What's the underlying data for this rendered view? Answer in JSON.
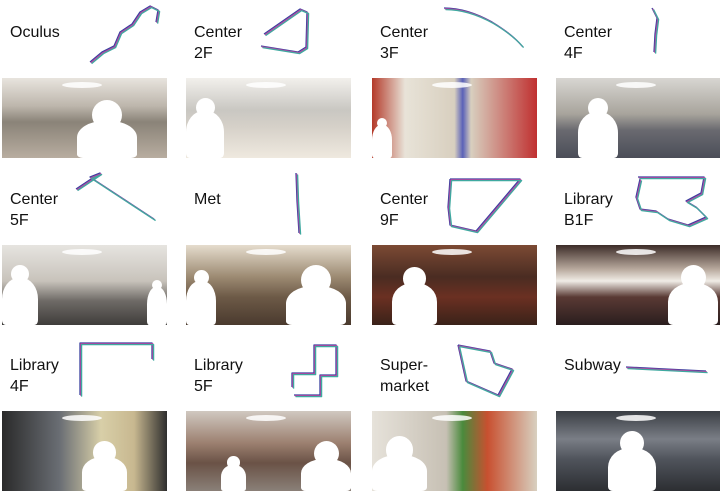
{
  "figure": {
    "panels": [
      {
        "label": "Oculus"
      },
      {
        "label": "Center\n2F"
      },
      {
        "label": "Center\n3F"
      },
      {
        "label": "Center\n4F"
      },
      {
        "label": "Center\n5F"
      },
      {
        "label": "Met"
      },
      {
        "label": "Center\n9F"
      },
      {
        "label": "Library\nB1F"
      },
      {
        "label": "Library\n4F"
      },
      {
        "label": "Library\n5F"
      },
      {
        "label": "Super-\nmarket"
      },
      {
        "label": "Subway"
      }
    ],
    "trajectory_colors": [
      "#3a3f9e",
      "#b04aa0",
      "#3fa9a0"
    ]
  }
}
